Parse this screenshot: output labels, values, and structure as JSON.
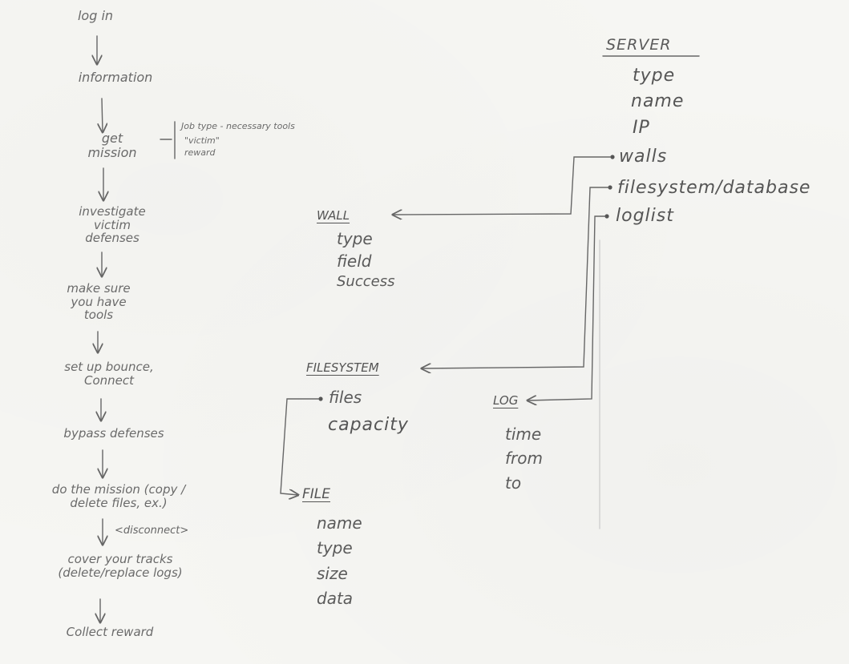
{
  "flowchart": {
    "steps": [
      {
        "id": "login",
        "label": "log in"
      },
      {
        "id": "information",
        "label": "information"
      },
      {
        "id": "get-mission",
        "label": "get mission"
      },
      {
        "id": "investigate",
        "label": "investigate victim defenses"
      },
      {
        "id": "tools",
        "label": "make sure you have tools"
      },
      {
        "id": "bounce",
        "label": "set up bounce, Connect"
      },
      {
        "id": "bypass",
        "label": "bypass defenses"
      },
      {
        "id": "mission",
        "label": "do the mission (copy / delete files, ex.)"
      },
      {
        "id": "cover",
        "label": "cover your tracks (delete/replace logs)"
      },
      {
        "id": "reward",
        "label": "Collect reward"
      }
    ],
    "disconnect_note": "<disconnect>",
    "mission_notes": {
      "line1": "Job type - necessary tools",
      "line2": "\"victim\"",
      "line3": "reward"
    }
  },
  "entities": {
    "server": {
      "title": "SERVER",
      "fields": [
        "type",
        "name",
        "IP",
        "walls",
        "filesystem/database",
        "loglist"
      ]
    },
    "wall": {
      "title": "WALL",
      "fields": [
        "type",
        "field",
        "Success"
      ]
    },
    "filesystem": {
      "title": "FILESYSTEM",
      "fields": [
        "files",
        "capacity"
      ]
    },
    "log": {
      "title": "LOG",
      "fields": [
        "time",
        "from",
        "to"
      ]
    },
    "file": {
      "title": "FILE",
      "fields": [
        "name",
        "type",
        "size",
        "data"
      ]
    }
  },
  "colors": {
    "pencil": "#5a5a5a",
    "paper": "#f6f6f3"
  }
}
